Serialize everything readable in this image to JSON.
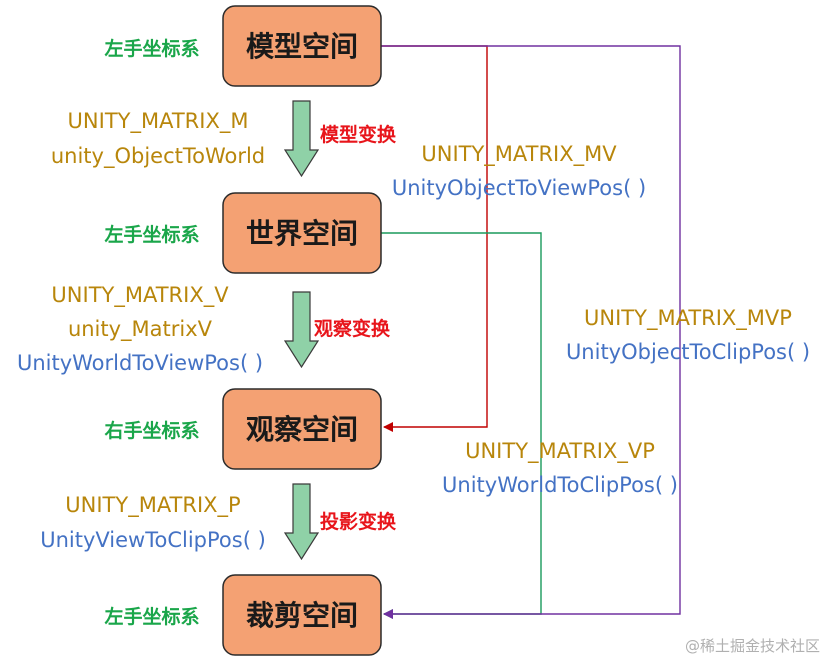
{
  "colors": {
    "box_fill": "#f4a173",
    "box_stroke": "#2b2b2b",
    "hand_label": "#1aa64a",
    "transform_label": "#e8151b",
    "matrix_text": "#b8860b",
    "function_text": "#4472c4",
    "arrow_fill": "#8fd1a7",
    "arrow_stroke": "#3a3a3a",
    "line_mv": "#c00000",
    "line_vp": "#1a9a5c",
    "line_mvp": "#7030a0",
    "watermark": "#b0b0b0"
  },
  "spaces": [
    {
      "label": "模型空间",
      "handedness": "左手坐标系"
    },
    {
      "label": "世界空间",
      "handedness": "左手坐标系"
    },
    {
      "label": "观察空间",
      "handedness": "右手坐标系"
    },
    {
      "label": "裁剪空间",
      "handedness": "左手坐标系"
    }
  ],
  "transforms": [
    {
      "name": "模型变换",
      "lines": [
        {
          "text": "UNITY_MATRIX_M",
          "kind": "matrix"
        },
        {
          "text": "unity_ObjectToWorld",
          "kind": "matrix"
        }
      ]
    },
    {
      "name": "观察变换",
      "lines": [
        {
          "text": "UNITY_MATRIX_V",
          "kind": "matrix"
        },
        {
          "text": "unity_MatrixV",
          "kind": "matrix"
        },
        {
          "text": "UnityWorldToViewPos( )",
          "kind": "function"
        }
      ]
    },
    {
      "name": "投影变换",
      "lines": [
        {
          "text": "UNITY_MATRIX_P",
          "kind": "matrix"
        },
        {
          "text": "UnityViewToClipPos( )",
          "kind": "function"
        }
      ]
    }
  ],
  "shortcuts": {
    "mv": {
      "matrix": "UNITY_MATRIX_MV",
      "function": "UnityObjectToViewPos( )"
    },
    "vp": {
      "matrix": "UNITY_MATRIX_VP",
      "function": "UnityWorldToClipPos( )"
    },
    "mvp": {
      "matrix": "UNITY_MATRIX_MVP",
      "function": "UnityObjectToClipPos( )"
    }
  },
  "watermark": "@稀土掘金技术社区"
}
